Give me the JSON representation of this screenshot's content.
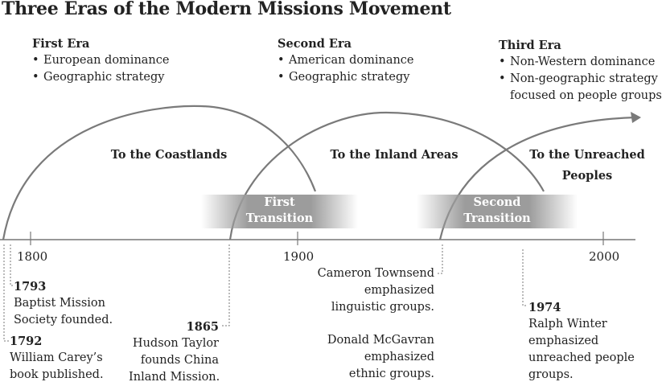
{
  "title": "Three Eras of the Modern Missions Movement",
  "eras": [
    {
      "heading": "First Era",
      "bullets": [
        "European dominance",
        "Geographic strategy"
      ]
    },
    {
      "heading": "Second Era",
      "bullets": [
        "American dominance",
        "Geographic strategy"
      ]
    },
    {
      "heading": "Third Era",
      "bullets": [
        "Non-Western dominance",
        "Non-geographic strategy",
        "focused on people groups"
      ]
    }
  ],
  "arc_labels": [
    "To the Coastlands",
    "To the Inland Areas",
    "To the Unreached",
    "Peoples"
  ],
  "transitions": [
    {
      "line1": "First",
      "line2": "Transition"
    },
    {
      "line1": "Second",
      "line2": "Transition"
    }
  ],
  "timeline": {
    "ticks": [
      "1800",
      "1900",
      "2000"
    ]
  },
  "events": {
    "e1793": {
      "year": "1793",
      "line1": "Baptist Mission",
      "line2": "Society founded."
    },
    "e1792": {
      "year": "1792",
      "line1": "William Carey’s",
      "line2": "book published."
    },
    "e1865": {
      "year": "1865",
      "line1": "Hudson Taylor",
      "line2": "founds China",
      "line3": "Inland Mission."
    },
    "townsend": {
      "line1": "Cameron Townsend",
      "line2": "emphasized",
      "line3": "linguistic groups."
    },
    "mcgavran": {
      "line1": "Donald McGavran",
      "line2": "emphasized",
      "line3": "ethnic groups."
    },
    "e1974": {
      "year": "1974",
      "line1": "Ralph Winter",
      "line2": "emphasized",
      "line3": "unreached people",
      "line4": "groups."
    }
  },
  "colors": {
    "arc": "#7a7a7a",
    "transition_band": "#9c9c9c",
    "text": "#222222"
  }
}
